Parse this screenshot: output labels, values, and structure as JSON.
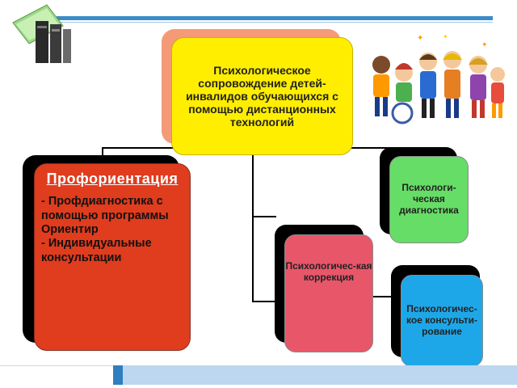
{
  "main": {
    "text": "Психологическое сопровождение детей-инвалидов обучающихся с помощью дистанционных технологий"
  },
  "profor": {
    "title": "Профориентация",
    "items": [
      "- Профдиагностика с помощью программы Ориентир",
      "- Индивидуальные консультации"
    ]
  },
  "diagnostics": {
    "text": "Психологи-ческая диагностика"
  },
  "correction": {
    "text": "Психологичес-кая коррекция"
  },
  "consulting": {
    "text": "Психологичес-кое консульти-рование"
  },
  "icons": {
    "books": "books-icon",
    "children": "children-illustration"
  },
  "colors": {
    "main": "#ffee00",
    "main_back": "#f49a76",
    "profor": "#e03c1e",
    "diagnostics": "#66dd66",
    "correction": "#e8566a",
    "consulting": "#1ea7e8",
    "accent": "#3a8cc8"
  }
}
